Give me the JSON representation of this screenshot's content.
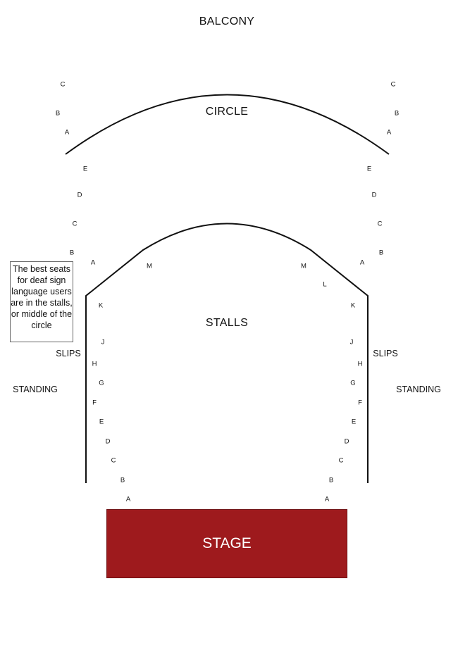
{
  "sections": {
    "balcony": "BALCONY",
    "circle": "CIRCLE",
    "stalls": "STALLS",
    "slips_left": "SLIPS",
    "slips_right": "SLIPS",
    "standing_left": "STANDING",
    "standing_right": "STANDING",
    "stage": "STAGE"
  },
  "note": "The best seats for deaf sign language users are in the stalls, or middle of the circle",
  "rows": {
    "balcony_left": [
      "C",
      "B",
      "A"
    ],
    "balcony_right": [
      "C",
      "B",
      "A"
    ],
    "circle_left": [
      "E",
      "D",
      "C",
      "B",
      "A"
    ],
    "circle_right": [
      "E",
      "D",
      "C",
      "B",
      "A"
    ],
    "stalls_left": [
      "M",
      "K",
      "J",
      "H",
      "G",
      "F",
      "E",
      "D",
      "C",
      "B",
      "A"
    ],
    "stalls_right": [
      "M",
      "L",
      "K",
      "J",
      "H",
      "G",
      "F",
      "E",
      "D",
      "C",
      "B",
      "A"
    ]
  },
  "colors": {
    "stage_fill": "#9e1a1d",
    "stage_text": "#ffffff",
    "lines": "#111111"
  }
}
